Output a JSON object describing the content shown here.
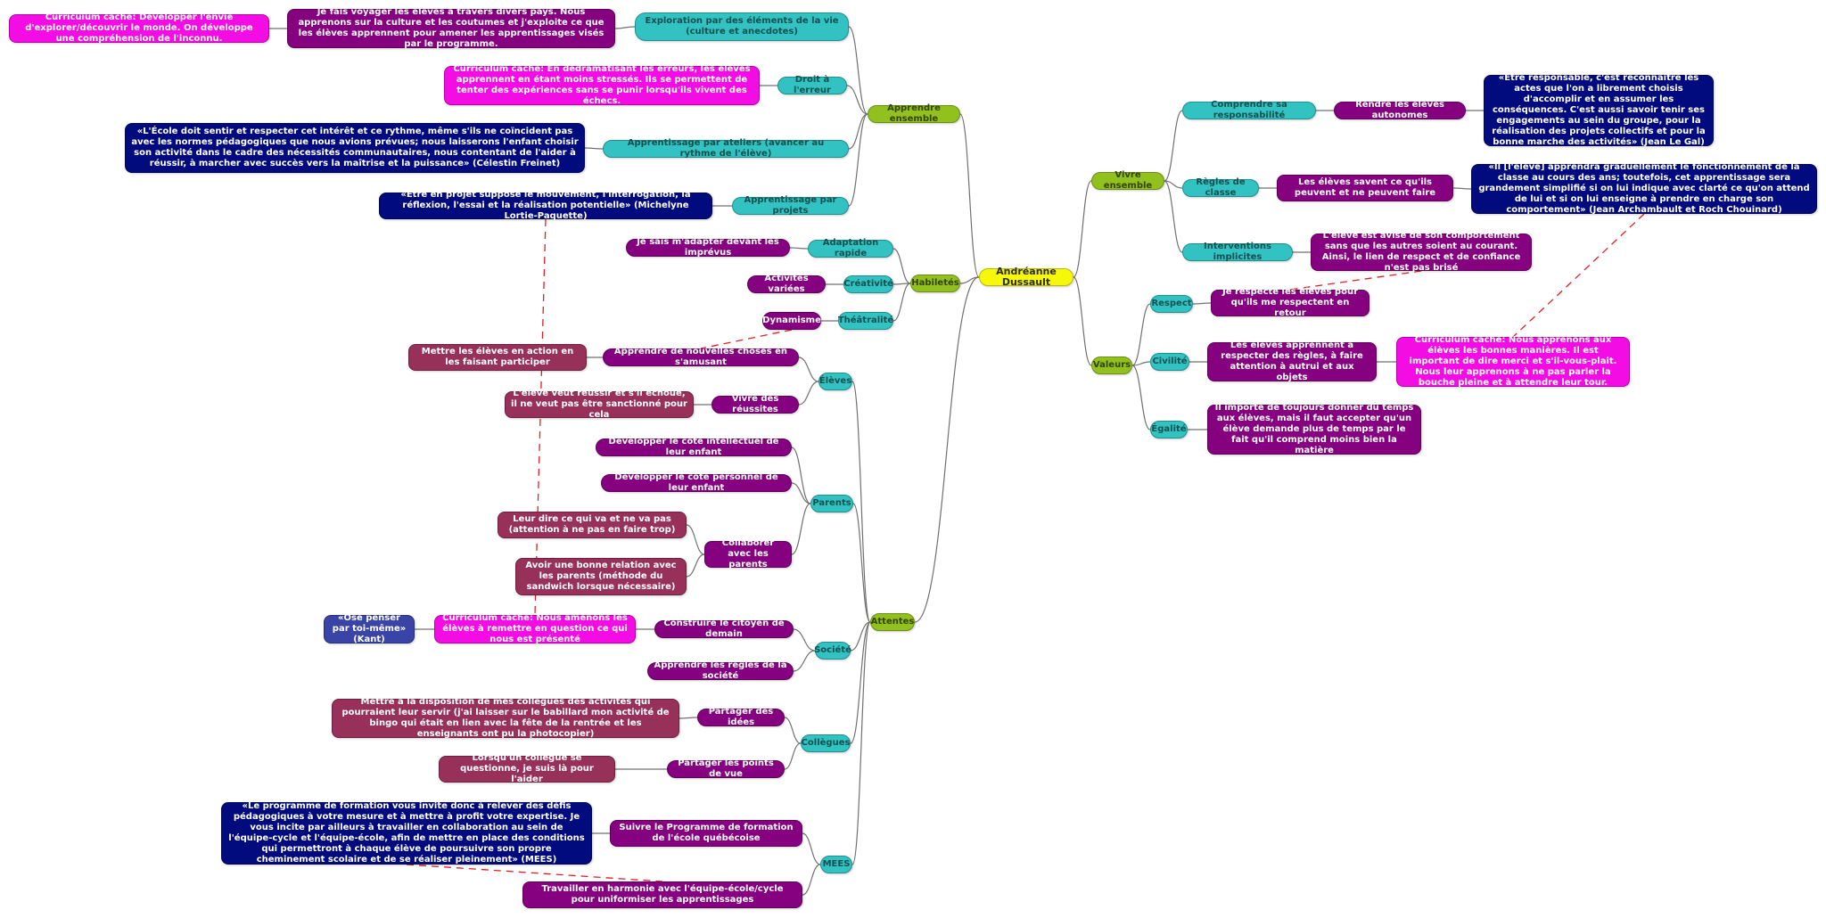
{
  "root": "Andréanne Dussault",
  "branches": {
    "apprendre": "Apprendre ensemble",
    "habiletes": "Habiletés",
    "attentes": "Attentes",
    "vivre": "Vivre ensemble",
    "valeurs": "Valeurs"
  },
  "apprendre": {
    "exploration": "Exploration par  des éléments de la vie (culture et anecdotes)",
    "exploration_detail": "Je fais voyager les élèves à travers divers pays. Nous apprenons sur la culture et les coutumes et j'exploite ce que les élèves apprennent pour amener les apprentissages visés par le programme.",
    "exploration_hidden": "Curricuium caché: Développer l'envie d'explorer/découvrir le monde. On développe une compréhension de l'inconnu.",
    "droit": "Droit à l'erreur",
    "droit_detail": "Curriculum caché: En dédramatisant les erreurs, les élèves apprennent en étant moins stressés. Ils se permettent de tenter des expériences sans se punir lorsqu'ils vivent des échecs.",
    "ateliers": "Apprentissage par ateliers (avancer au rythme de l'élève)",
    "ateliers_quote": "«L'École doit sentir et respecter cet intérêt et ce rythme, même s'ils ne coïncident pas avec les normes pédagogiques que nous avions prévues; nous laisserons l'enfant choisir son activité dans le cadre des nécessités communautaires, nous contentant de l'aider à réussir, à marcher avec succès vers la maîtrise et la puissance» (Célestin Freinet)",
    "projets": "Apprentissage par projets",
    "projets_quote": "«Être en projet suppose le mouvement, l'interrogation, la réflexion, l'essai et la réalisation potentielle» (Michelyne Lortie-Paquette)"
  },
  "habiletes": {
    "adaptation": "Adaptation rapide",
    "adaptation_detail": "Je sais m'adapter devant les imprévus",
    "creativite": "Créativité",
    "creativite_detail": "Activités variées",
    "theatralite": "Théâtralité",
    "theatralite_detail": "Dynamisme"
  },
  "attentes": {
    "eleves": "Élèves",
    "eleves_a": "Apprendre de nouvelles choses en s'amusant",
    "eleves_a_detail": "Mettre les élèves en action en les faisant participer",
    "eleves_b": "Vivre des réussites",
    "eleves_b_detail": "L'élève veut réussir et s'il échoue, il ne veut pas être sanctionné pour cela",
    "parents": "Parents",
    "parents_a": "Développer le côté intellectuel de leur enfant",
    "parents_b": "Développer  le côté personnel de leur enfant",
    "parents_c": "Collaborer avec les parents",
    "parents_c1": "Leur dire ce qui va et ne va pas (attention à ne pas en faire trop)",
    "parents_c2": "Avoir une bonne relation avec les parents (méthode du sandwich lorsque nécessaire)",
    "societe": "Société",
    "societe_a": "Construire le citoyen de demain",
    "societe_a_hidden": "Curriculum caché: Nous amenons les élèves à remettre en question ce qui nous est présenté",
    "societe_a_quote": "«Ose penser par toi-même» (Kant)",
    "societe_b": "Apprendre les règles de la société",
    "collegues": "Collègues",
    "collegues_a": "Partager des idées",
    "collegues_a_detail": "Mettre à la disposition de mes collègues des activités qui pourraient leur servir (j'ai laisser sur le babillard mon activité de bingo qui était en lien avec la fête de la rentrée et les enseignants ont pu la photocopier)",
    "collegues_b": "Partager les points de vue",
    "collegues_b_detail": "Lorsqu'un collègue se questionne, je suis là pour l'aider",
    "mees": "MEES",
    "mees_a": "Suivre le Programme de formation de l'école québécoise",
    "mees_quote": "«Le programme de formation vous invite donc à relever des défis pédagogiques à votre mesure et à mettre à profit votre expertise. Je vous incite par ailleurs à travailler en collaboration au sein de l'équipe-cycle et l'équipe-école, afin de mettre en place des conditions qui permettront à chaque élève de poursuivre son propre cheminement scolaire et de se réaliser pleinement» (MEES)",
    "mees_b": "Travailler en harmonie avec l'équipe-école/cycle pour uniformiser les apprentissages"
  },
  "vivre": {
    "responsabilite": "Comprendre sa responsabilité",
    "responsabilite_a": "Rendre les élèves autonomes",
    "responsabilite_quote": "«Être responsable, c'est reconnaître les actes que l'on a librement choisis d'accomplir et en assumer les conséquences. C'est aussi savoir tenir ses engagements au sein du groupe, pour la réalisation des projets collectifs et pour la bonne marche des activités» (Jean Le Gal)",
    "regles": "Règles de classe",
    "regles_a": "Les élèves savent ce qu'ils peuvent et ne peuvent faire",
    "regles_quote": "«Il [l'élève] apprendra graduellement le fonctionnement de la classe au cours des ans; toutefois, cet apprentissage sera grandement simplifié si on lui indique avec clarté ce qu'on attend de lui et si on lui enseigne à prendre en charge son comportement» (Jean Archambault et Roch Chouinard)",
    "implicites": "Interventions implicites",
    "implicites_a": "L'élève est avisé de son comportement sans que les autres soient au courant. Ainsi, le lien de respect et de confiance n'est pas brisé"
  },
  "valeurs": {
    "respect": "Respect",
    "respect_a": "Je respecte les élèves pour qu'ils me respectent en retour",
    "civilite": "Civilité",
    "civilite_a": "Les élèves apprennent à respecter des règles, à faire attention à autrui et aux objets",
    "civilite_hidden": "Curriculum caché: Nous apprenons aux élèves les bonnes manières. Il est important de dire merci et s'il-vous-plait. Nous leur apprenons à ne pas parler la bouche pleine et à attendre leur tour.",
    "egalite": "Égalité",
    "egalite_a": "Il importe de toujours donner du temps aux élèves, mais il faut accepter qu'un élève demande plus de temps par le fait qu'il comprend moins bien la matière"
  },
  "colors": {
    "root": "#f7f70a",
    "branch": "#92c01f",
    "topic": "#33c2c2",
    "detail": "#850180",
    "quote": "#020b7e",
    "hidden": "#f30ce4",
    "note": "#98315a",
    "line": "#707070",
    "dash": "#e02020"
  }
}
